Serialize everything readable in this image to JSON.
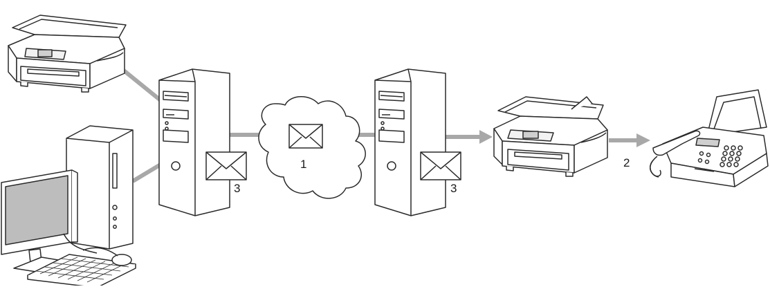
{
  "diagram": {
    "labels": {
      "cloud_step": "1",
      "fax_step": "2",
      "server_left_step": "3",
      "server_right_step": "3"
    },
    "colors": {
      "connector": "#a8a8a8",
      "outline": "#2a2a2a",
      "fill": "#ffffff",
      "screen": "#bdbdbd"
    },
    "icons": [
      "printer-icon",
      "desktop-computer-icon",
      "server-icon",
      "envelope-icon",
      "internet-cloud-icon",
      "fax-machine-icon"
    ]
  }
}
